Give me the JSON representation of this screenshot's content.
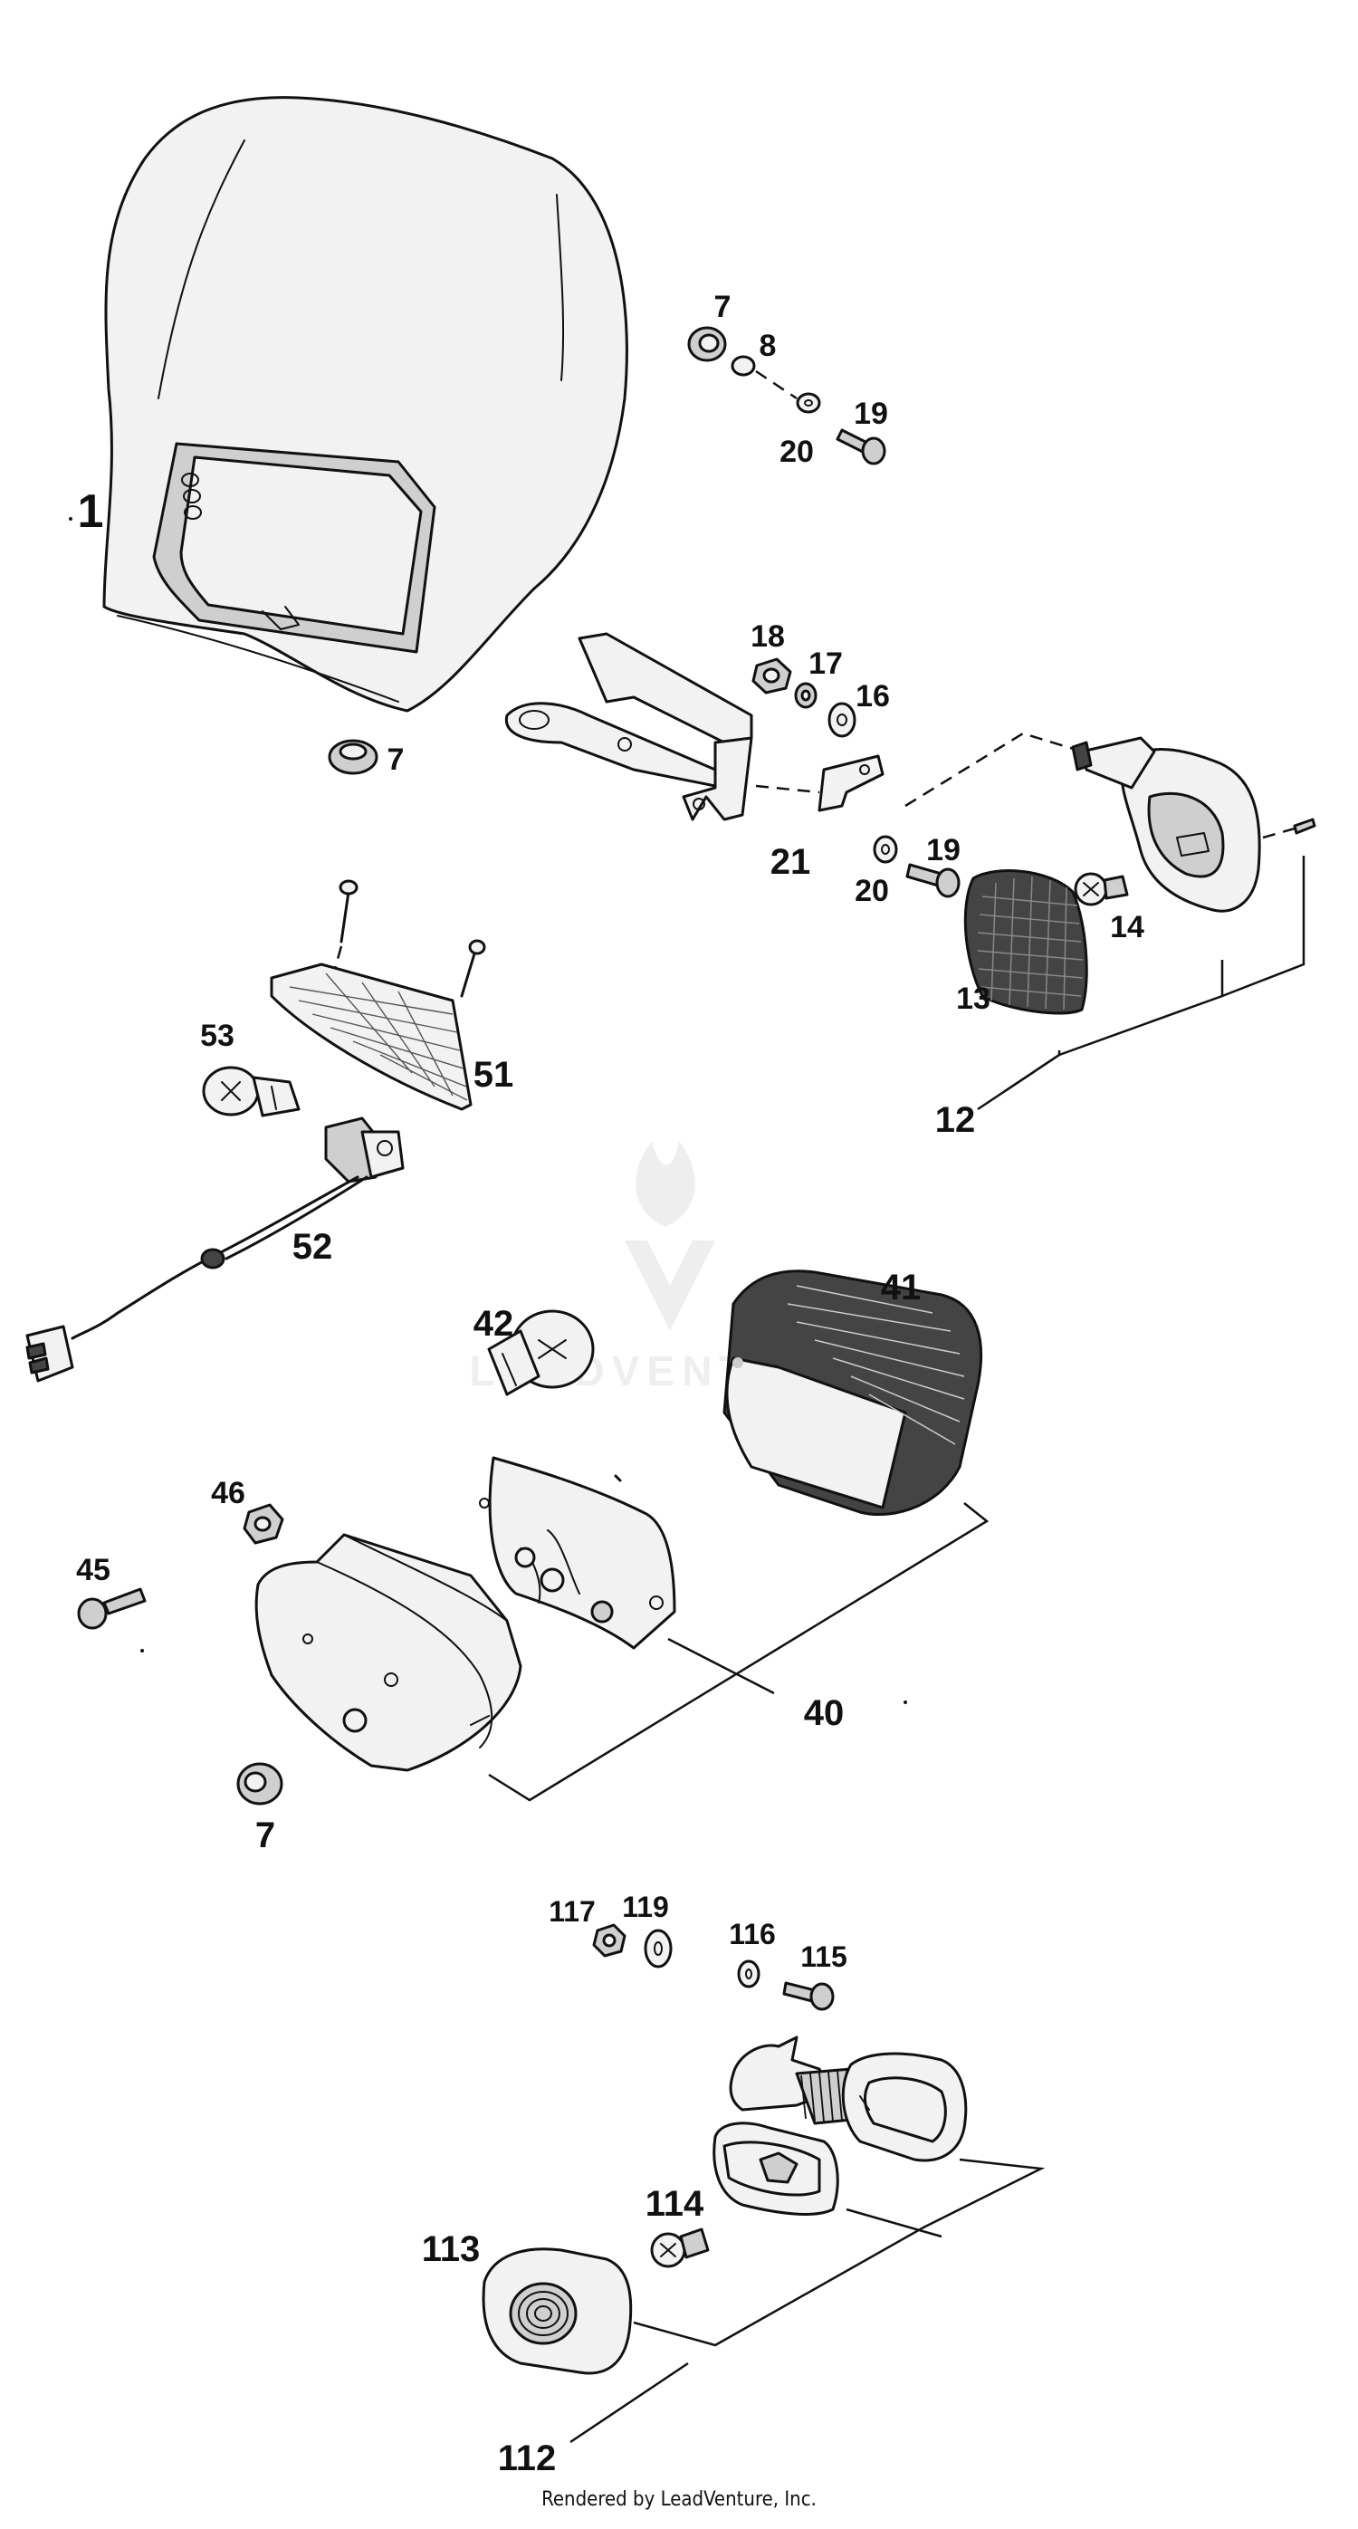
{
  "labels": {
    "headlight_mask": "1",
    "grommet_top": "7",
    "bushing": "8",
    "screw_top": "19",
    "washer_top": "20",
    "grommet_lower": "7",
    "nut_bracket": "18",
    "lockwasher_bracket": "17",
    "washer_bracket": "16",
    "bracket_plate": "21",
    "screw_mid": "19",
    "washer_mid": "20",
    "indicator_lens": "13",
    "indicator_bulb": "14",
    "indicator_assembly": "12",
    "plate_lens": "51",
    "plate_bulb": "53",
    "wiring_harness": "52",
    "tail_lens": "41",
    "tail_bulb": "42",
    "nut_tail": "46",
    "screw_tail": "45",
    "tail_assembly": "40",
    "grommet_tail": "7",
    "nut_front": "117",
    "washer_front_a": "119",
    "washer_front_b": "116",
    "screw_front": "115",
    "front_bulb": "114",
    "front_lens": "113",
    "front_indicator_assembly": "112"
  },
  "footer": "Rendered by LeadVenture, Inc.",
  "watermark": "LEADVENTURE"
}
